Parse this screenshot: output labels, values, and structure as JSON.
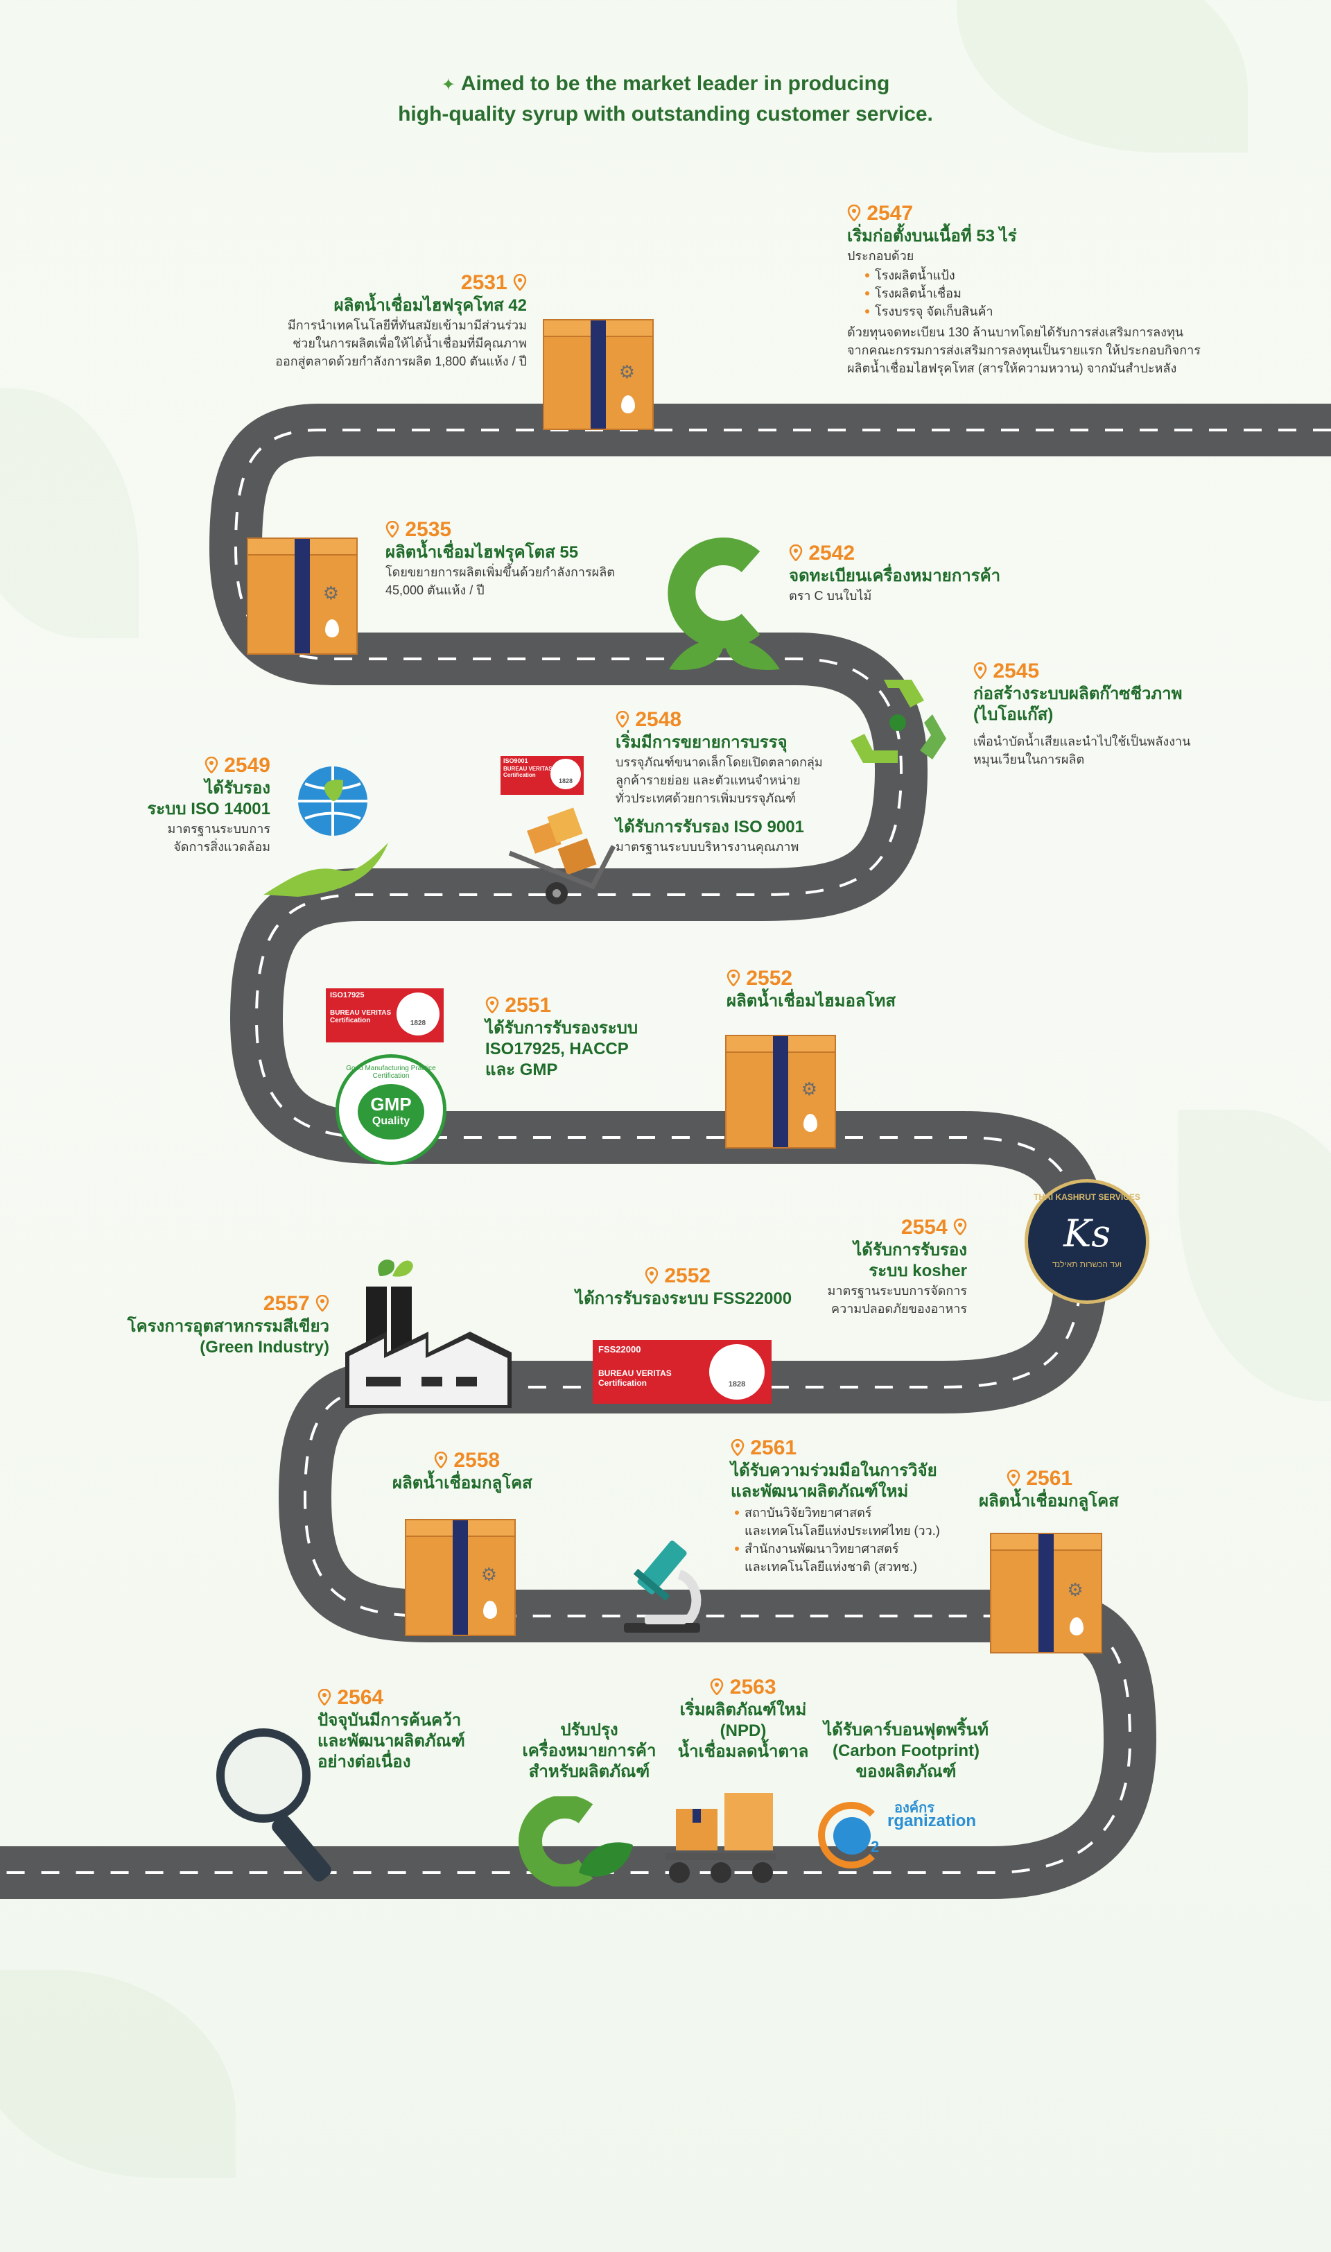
{
  "header": {
    "line1": "Aimed to be the market leader in producing",
    "line2": "high-quality syrup with outstanding customer service."
  },
  "colors": {
    "road": "#58595b",
    "year": "#f08a24",
    "title": "#1f6b2a",
    "box": "#e89a3c",
    "tape": "#23306b",
    "leaf_green": "#5aa63a"
  },
  "icons": [
    "map-pin-icon",
    "box-icon",
    "gear-icon",
    "drop-icon",
    "leaf-c-logo-icon",
    "recycle-icon",
    "globe-hand-icon",
    "hand-truck-icon",
    "factory-icon",
    "microscope-icon",
    "magnifier-icon",
    "carbon-footprint-icon"
  ],
  "events": {
    "e2531": {
      "year": "2531",
      "title": "ผลิตน้ำเชื่อมไฮฟรุคโทส 42",
      "body": [
        "มีการนำเทคโนโลยีที่ทันสมัยเข้ามามีส่วนร่วม",
        "ช่วยในการผลิตเพื่อให้ได้น้ำเชื่อมที่มีคุณภาพ",
        "ออกสู่ตลาดด้วยกำลังการผลิต 1,800 ตันแห้ง / ปี"
      ]
    },
    "e2547": {
      "year": "2547",
      "title": "เริ่มก่อตั้งบนเนื้อที่ 53 ไร่",
      "intro": "ประกอบด้วย",
      "items": [
        "โรงผลิตน้ำแป้ง",
        "โรงผลิตน้ำเชื่อม",
        "โรงบรรจุ จัดเก็บสินค้า"
      ],
      "body": [
        "ด้วยทุนจดทะเบียน 130 ล้านบาทโดยได้รับการส่งเสริมการลงทุน",
        "จากคณะกรรมการส่งเสริมการลงทุนเป็นรายแรก ให้ประกอบกิจการ",
        "ผลิตน้ำเชื่อมไฮฟรุคโทส (สารให้ความหวาน) จากมันสำปะหลัง"
      ]
    },
    "e2535": {
      "year": "2535",
      "title": "ผลิตน้ำเชื่อมไฮฟรุคโตส 55",
      "body": [
        "โดยขยายการผลิตเพิ่มขึ้นด้วยกำลังการผลิต",
        "45,000 ตันแห้ง / ปี"
      ]
    },
    "e2542": {
      "year": "2542",
      "title": "จดทะเบียนเครื่องหมายการค้า",
      "body": [
        "ตรา C บนใบไม้"
      ]
    },
    "e2545": {
      "year": "2545",
      "title": [
        "ก่อสร้างระบบผลิตก๊าซชีวภาพ",
        "(ไบโอแก๊ส)"
      ],
      "body": [
        "เพื่อนำบัดน้ำเสียและนำไปใช้เป็นพลังงาน",
        "หมุนเวียนในการผลิต"
      ]
    },
    "e2548": {
      "year": "2548",
      "title": "เริ่มมีการขยายการบรรจุ",
      "body": [
        "บรรจุภัณฑ์ขนาดเล็กโดยเปิดตลาดกลุ่ม",
        "ลูกค้ารายย่อย และตัวแทนจำหน่าย",
        "ทั่วประเทศด้วยการเพิ่มบรรจุภัณฑ์"
      ],
      "title2": "ได้รับการรับรอง ISO 9001",
      "body2": [
        "มาตรฐานระบบบริหารงานคุณภาพ"
      ]
    },
    "e2549": {
      "year": "2549",
      "title": [
        "ได้รับรอง",
        "ระบบ ISO 14001"
      ],
      "body": [
        "มาตรฐานระบบการ",
        "จัดการสิ่งแวดล้อม"
      ]
    },
    "e2551": {
      "year": "2551",
      "title": [
        "ได้รับการรับรองระบบ",
        "ISO17925, HACCP",
        "และ GMP"
      ]
    },
    "e2552a": {
      "year": "2552",
      "title": "ผลิตน้ำเชื่อมไฮมอลโทส"
    },
    "e2554": {
      "year": "2554",
      "title": [
        "ได้รับการรับรอง",
        "ระบบ kosher"
      ],
      "body": [
        "มาตรฐานระบบการจัดการ",
        "ความปลอดภัยของอาหาร"
      ]
    },
    "e2552b": {
      "year": "2552",
      "title": "ได้การรับรองระบบ FSS22000"
    },
    "e2557": {
      "year": "2557",
      "title": [
        "โครงการอุตสาหกรรมสีเขียว",
        "(Green Industry)"
      ]
    },
    "e2558": {
      "year": "2558",
      "title": "ผลิตน้ำเชื่อมกลูโคส"
    },
    "e2561a": {
      "year": "2561",
      "title": [
        "ได้รับความร่วมมือในการวิจัย",
        "และพัฒนาผลิตภัณฑ์ใหม่"
      ],
      "items": [
        "สถาบันวิจัยวิทยาศาสตร์",
        "และเทคโนโลยีแห่งประเทศไทย (วว.)",
        "สำนักงานพัฒนาวิทยาศาสตร์",
        "และเทคโนโลยีแห่งชาติ (สวทช.)"
      ]
    },
    "e2561b": {
      "year": "2561",
      "title": "ผลิตน้ำเชื่อมกลูโคส"
    },
    "e2564": {
      "year": "2564",
      "title": [
        "ปัจจุบันมีการค้นคว้า",
        "และพัฒนาผลิตภัณฑ์",
        "อย่างต่อเนื่อง"
      ]
    },
    "e2564b": {
      "title": [
        "ปรับปรุง",
        "เครื่องหมายการค้า",
        "สำหรับผลิตภัณฑ์"
      ]
    },
    "e2563": {
      "year": "2563",
      "title": [
        "เริ่มผลิตภัณฑ์ใหม่",
        "(NPD)",
        "น้ำเชื่อมลดน้ำตาล"
      ]
    },
    "e2563b": {
      "title": [
        "ได้รับคาร์บอนฟุตพริ้นท์",
        "(Carbon Footprint)",
        "ของผลิตภัณฑ์"
      ]
    }
  },
  "certs": {
    "bv1": {
      "code": "ISO9001",
      "brand": "BUREAU VERITAS",
      "sub": "Certification",
      "year": "1828"
    },
    "bv2": {
      "code": "ISO17925",
      "brand": "BUREAU VERITAS",
      "sub": "Certification",
      "year": "1828"
    },
    "bv3": {
      "code": "FSS22000",
      "brand": "BUREAU VERITAS",
      "sub": "Certification",
      "year": "1828"
    },
    "gmp": {
      "ring": "Good Manufacturing Practice Certification",
      "main": "GMP",
      "sub": "Quality"
    },
    "ks": {
      "ring_top": "THAI KASHRUT SERVICES",
      "ring_bottom": "ועד הכשרות תאילנד",
      "main": "Ks"
    },
    "carbon": {
      "thai": "องค์กร",
      "main": "rganization",
      "big": "O",
      "sub": "2"
    }
  }
}
